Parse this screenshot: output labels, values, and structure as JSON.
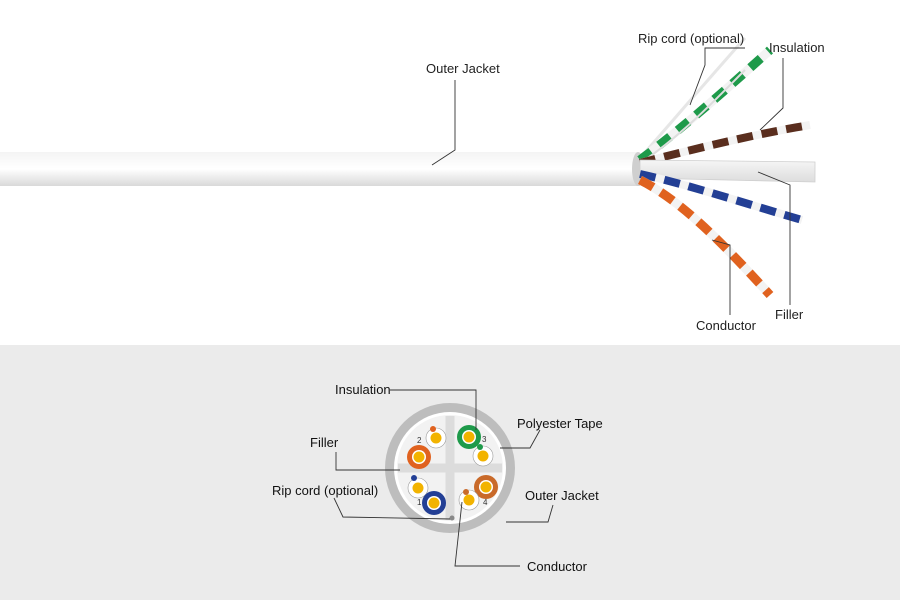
{
  "cable_view": {
    "labels": {
      "outer_jacket": "Outer Jacket",
      "rip_cord": "Rip cord (optional)",
      "insulation": "Insulation",
      "conductor": "Conductor",
      "filler": "Filler"
    }
  },
  "cross_section": {
    "labels": {
      "insulation": "Insulation",
      "filler": "Filler",
      "rip_cord": "Rip cord (optional)",
      "polyester_tape": "Polyester Tape",
      "outer_jacket": "Outer Jacket",
      "conductor": "Conductor"
    },
    "pair_numbers": [
      "1",
      "2",
      "3",
      "4"
    ]
  },
  "colors": {
    "jacket": "#ececec",
    "green": "#1e9a4a",
    "orange": "#e0621f",
    "blue": "#233f95",
    "brown": "#5a2e1e",
    "conductor": "#f2b300",
    "bottom_panel": "#ebebeb"
  }
}
